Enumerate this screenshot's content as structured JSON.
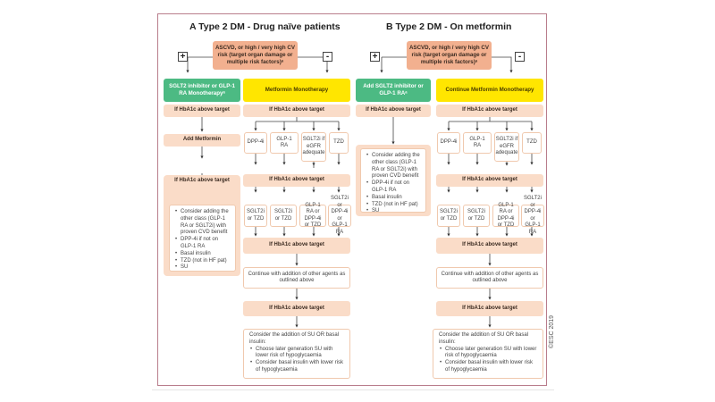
{
  "copyright": "©ESC 2019",
  "panel_a": {
    "title": "A  Type 2 DM - Drug naïve patients",
    "risk_box": "ASCVD, or high / very high CV risk (target organ damage or multiple risk factors)ᵃ",
    "plus_label": "+",
    "minus_label": "-",
    "left_start": "SGLT2 inhibitor or GLP-1 RA Monotherapyᵃ",
    "left_hba1c_1": "If HbA1c above target",
    "left_add": "Add Metformin",
    "left_hba1c_2": "If HbA1c above target",
    "left_list": [
      "Consider adding the other class (GLP-1 RA or SGLT2i) with proven CVD benefit",
      "DPP-4i if not on GLP-1 RA",
      "Basal insulin",
      "TZD (not in HF pat)",
      "SU"
    ],
    "right_start": "Metformin Monotherapy",
    "right_hba1c_1": "If HbA1c above target",
    "options_1": [
      "DPP-4i",
      "GLP-1 RA",
      "SGLT2i if eGFR adequate",
      "TZD"
    ],
    "right_hba1c_2": "If HbA1c above target",
    "options_2": [
      "SGLT2i or TZD",
      "SGLT2i or TZD",
      "GLP-1 RA or DPP-4i or TZD",
      "SGLT2i or DPP-4i or GLP-1 RA"
    ],
    "right_hba1c_3": "If HbA1c above target",
    "continue_box": "Continue with addition of other agents as outlined above",
    "right_hba1c_4": "If HbA1c above target",
    "final_intro": "Consider the addition of SU OR basal insulin:",
    "final_list": [
      "Choose later generation SU with lower risk of hypoglycaemia",
      "Consider basal insulin with lower risk of hypoglycaemia"
    ]
  },
  "panel_b": {
    "title": "B  Type 2 DM - On metformin",
    "risk_box": "ASCVD, or high / very high CV risk (target organ damage or multiple risk factors)ᵃ",
    "plus_label": "+",
    "minus_label": "-",
    "left_start": "Add SGLT2 inhibitor or GLP-1 RAᵃ",
    "left_hba1c_1": "If HbA1c above target",
    "left_list": [
      "Consider adding the other class (GLP-1 RA or SGLT2i) with proven CVD benefit",
      "DPP-4i if not on GLP-1 RA",
      "Basal insulin",
      "TZD (not in HF pat)",
      "SU"
    ],
    "right_start": "Continue Metformin Monotherapy",
    "right_hba1c_1": "If HbA1c above target",
    "options_1": [
      "DPP-4i",
      "GLP-1 RA",
      "SGLT2i if eGFR adequate",
      "TZD"
    ],
    "right_hba1c_2": "If HbA1c above target",
    "options_2": [
      "SGLT2i or TZD",
      "SGLT2i or TZD",
      "GLP-1 RA or DPP-4i or TZD",
      "SGLT2i or DPP-4i or GLP-1 RA"
    ],
    "right_hba1c_3": "If HbA1c above target",
    "continue_box": "Continue with addition of other agents as outlined above",
    "right_hba1c_4": "If HbA1c above target",
    "final_intro": "Consider the addition of SU OR basal insulin:",
    "final_list": [
      "Choose later generation SU with lower risk of hypoglycaemia",
      "Consider basal insulin with lower risk of hypoglycaemia"
    ]
  },
  "colors": {
    "frame": "#b97d8c",
    "risk": "#f2b08f",
    "green": "#4cba83",
    "yellow": "#ffe600",
    "peach": "#fadcc8",
    "white_border": "#f0c9ae"
  }
}
